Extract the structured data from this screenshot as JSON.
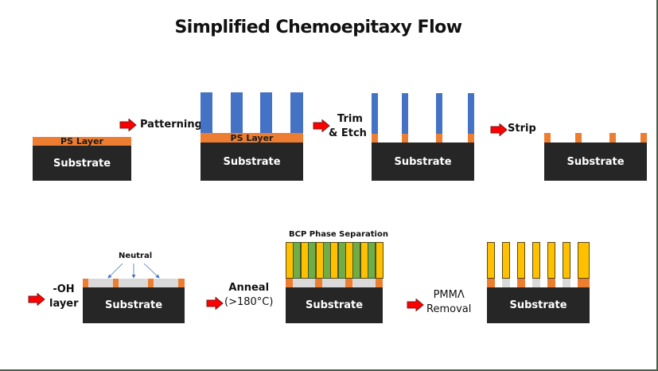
{
  "title": "Simplified Chemoepitaxy Flow",
  "colors": {
    "substrate": "#262626",
    "ps_layer": "#ed7d31",
    "resist": "#4472c4",
    "neutral": "#d9d9d9",
    "bcp_block_a": "#ffc000",
    "bcp_block_b": "#70ad47",
    "arrow": "#ff0000"
  },
  "steps": [
    {
      "id": "initial",
      "ps_label": "PS Layer",
      "substrate_label": "Substrate"
    },
    {
      "id": "patterning",
      "arrow_label": "Patterning",
      "ps_label": "PS Layer",
      "substrate_label": "Substrate"
    },
    {
      "id": "trim-etch",
      "arrow_label_line1": "Trim",
      "arrow_label_line2": "& Etch",
      "substrate_label": "Substrate"
    },
    {
      "id": "strip",
      "arrow_label": "Strip",
      "substrate_label": "Substrate"
    },
    {
      "id": "oh-layer",
      "arrow_label_line1": "-OH",
      "arrow_label_line2": "layer",
      "annotation": "Neutral",
      "substrate_label": "Substrate"
    },
    {
      "id": "anneal",
      "arrow_label_line1": "Anneal",
      "arrow_label_line2": "(>180°C)",
      "annotation": "BCP Phase Separation",
      "substrate_label": "Substrate"
    },
    {
      "id": "pmma-removal",
      "arrow_label_line1": "PMMΛ",
      "arrow_label_line2": "Removal",
      "substrate_label": "Substrate"
    }
  ]
}
